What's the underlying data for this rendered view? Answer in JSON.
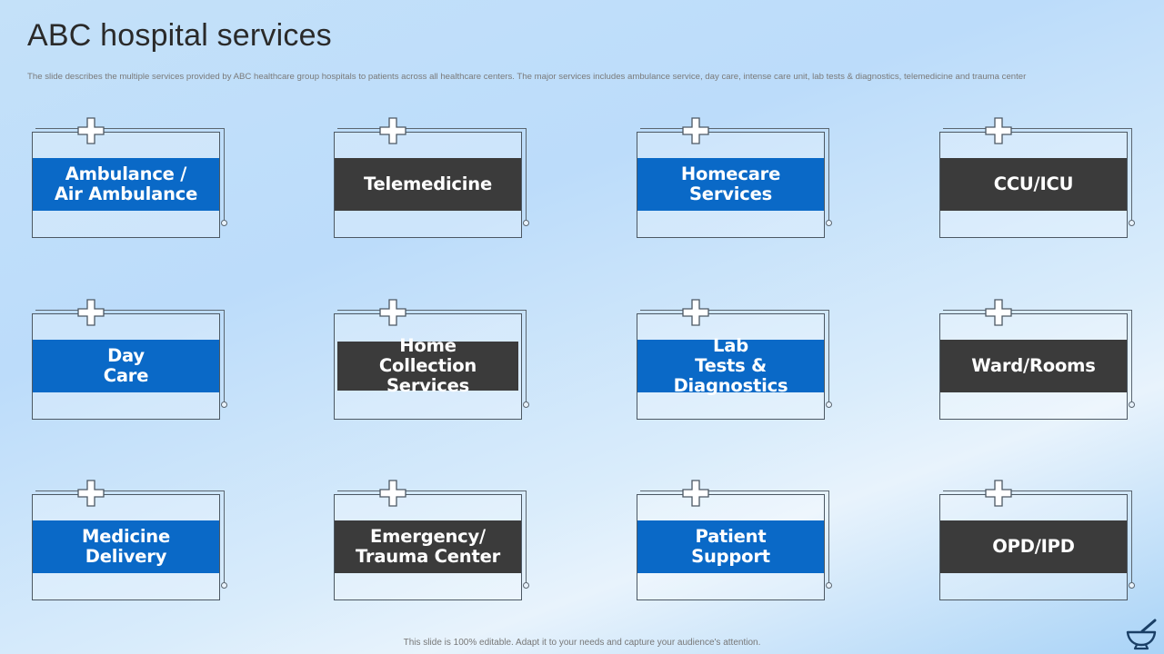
{
  "slide": {
    "title": "ABC hospital services",
    "subtitle": "The slide describes the multiple  services provided by ABC healthcare group hospitals to patients across all healthcare centers. The major  services includes ambulance service, day care, intense care unit, lab tests & diagnostics, telemedicine and trauma center",
    "footer": "This slide is 100% editable.  Adapt it to your needs and capture your audience's attention."
  },
  "colors": {
    "blue": "#0a69c7",
    "dark": "#3b3b3b"
  },
  "services": [
    {
      "label": "Ambulance /\nAir Ambulance",
      "style": "blue"
    },
    {
      "label": "Telemedicine",
      "style": "dark"
    },
    {
      "label": "Homecare\nServices",
      "style": "blue"
    },
    {
      "label": "CCU/ICU",
      "style": "dark"
    },
    {
      "label": "Day\nCare",
      "style": "blue"
    },
    {
      "label": "Home\nCollection Services",
      "style": "dark"
    },
    {
      "label": "Lab\nTests & Diagnostics",
      "style": "blue"
    },
    {
      "label": "Ward/Rooms",
      "style": "dark"
    },
    {
      "label": "Medicine\nDelivery",
      "style": "blue"
    },
    {
      "label": "Emergency/\nTrauma Center",
      "style": "dark"
    },
    {
      "label": "Patient\nSupport",
      "style": "blue"
    },
    {
      "label": "OPD/IPD",
      "style": "dark"
    }
  ],
  "icons": {
    "card": "medical-cross-icon",
    "logo": "mortar-pestle-icon"
  }
}
